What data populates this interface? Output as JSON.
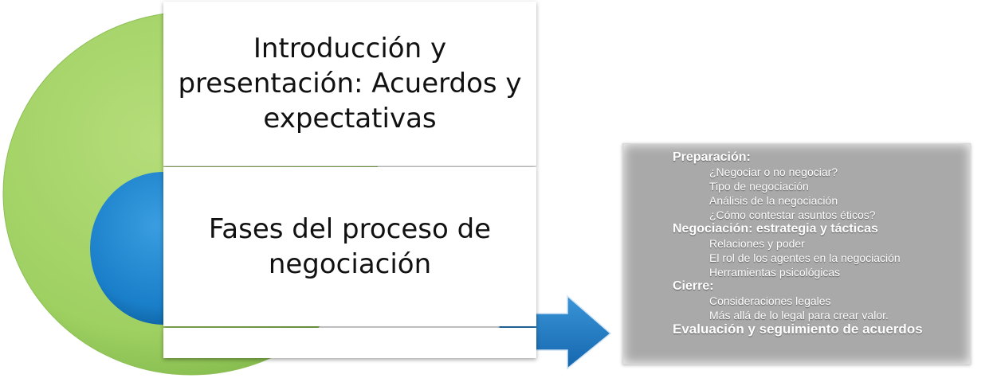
{
  "panels": {
    "top": "Introducción y presentación: Acuerdos y expectativas",
    "middle": "Fases del proceso de negociación"
  },
  "phases": [
    {
      "title": "Preparación:",
      "items": [
        "¿Negociar o no negociar?",
        "Tipo de negociación",
        "Análisis de la negociación",
        "¿Cómo contestar asuntos éticos?"
      ]
    },
    {
      "title": "Negociación: estrategia y tácticas",
      "items": [
        "Relaciones y poder",
        "El rol de los agentes en la negociación",
        "Herramientas psicológicas"
      ]
    },
    {
      "title": "Cierre:",
      "items": [
        "Consideraciones legales",
        "Más allá de lo legal para crear valor."
      ]
    },
    {
      "title": "Evaluación y seguimiento de acuerdos",
      "items": []
    }
  ],
  "colors": {
    "green_circle": "#9fd062",
    "blue_circle": "#1a7fc9",
    "arrow": "#1f7fca",
    "info_box": "#a9a9a9"
  }
}
